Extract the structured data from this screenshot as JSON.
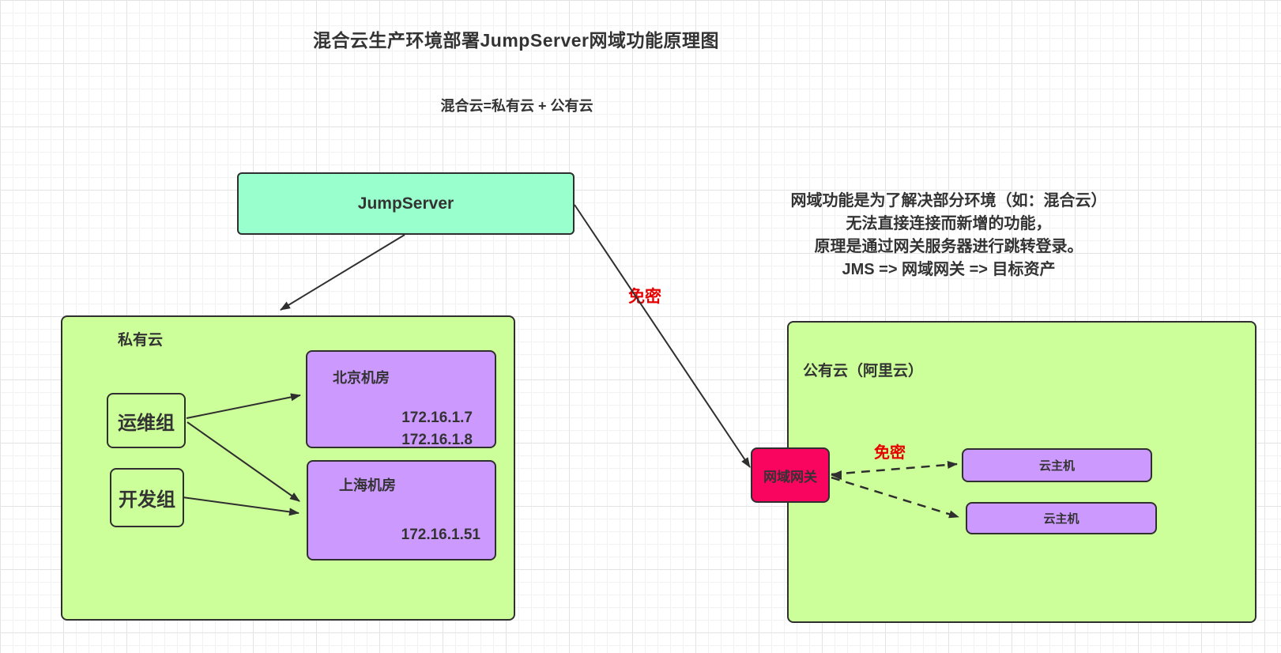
{
  "diagram": {
    "title": "混合云生产环境部署JumpServer网域功能原理图",
    "subtitle": "混合云=私有云 + 公有云",
    "note": {
      "lines": [
        "网域功能是为了解决部分环境（如：混合云）",
        "无法直接连接而新增的功能，",
        "原理是通过网关服务器进行跳转登录。",
        "JMS => 网域网关 => 目标资产"
      ]
    },
    "jumpserver": {
      "label": "JumpServer"
    },
    "private_cloud": {
      "label": "私有云",
      "ops_group": {
        "label": "运维组"
      },
      "dev_group": {
        "label": "开发组"
      },
      "beijing": {
        "label": "北京机房",
        "ips": [
          "172.16.1.7",
          "172.16.1.8"
        ]
      },
      "shanghai": {
        "label": "上海机房",
        "ip": "172.16.1.51"
      }
    },
    "public_cloud": {
      "label": "公有云（阿里云）",
      "gateway": {
        "label": "网域网关"
      },
      "hosts": [
        {
          "label": "云主机"
        },
        {
          "label": "云主机"
        }
      ]
    },
    "edge_labels": {
      "jms_to_gateway": "免密",
      "gateway_to_hosts": "免密"
    },
    "edges": [
      {
        "from": "jumpserver",
        "to": "private-cloud",
        "style": "solid-arrow"
      },
      {
        "from": "jumpserver",
        "to": "domain-gateway",
        "style": "solid-arrow",
        "label": "免密"
      },
      {
        "from": "ops-group",
        "to": "beijing-idc",
        "style": "solid-arrow"
      },
      {
        "from": "ops-group",
        "to": "shanghai-idc",
        "style": "solid-arrow"
      },
      {
        "from": "dev-group",
        "to": "shanghai-idc",
        "style": "solid-arrow"
      },
      {
        "from": "domain-gateway",
        "to": "cloud-host-1",
        "style": "dashed-double-arrow",
        "label": "免密"
      },
      {
        "from": "domain-gateway",
        "to": "cloud-host-2",
        "style": "dashed-arrow"
      }
    ],
    "colors": {
      "jumpserver_fill": "#99ffcc",
      "cloud_fill": "#ccff99",
      "idc_host_fill": "#cc99ff",
      "gateway_fill": "#f9045e",
      "edge_label_red": "#e60000",
      "stroke": "#2f2f2f",
      "text": "#333333"
    }
  }
}
